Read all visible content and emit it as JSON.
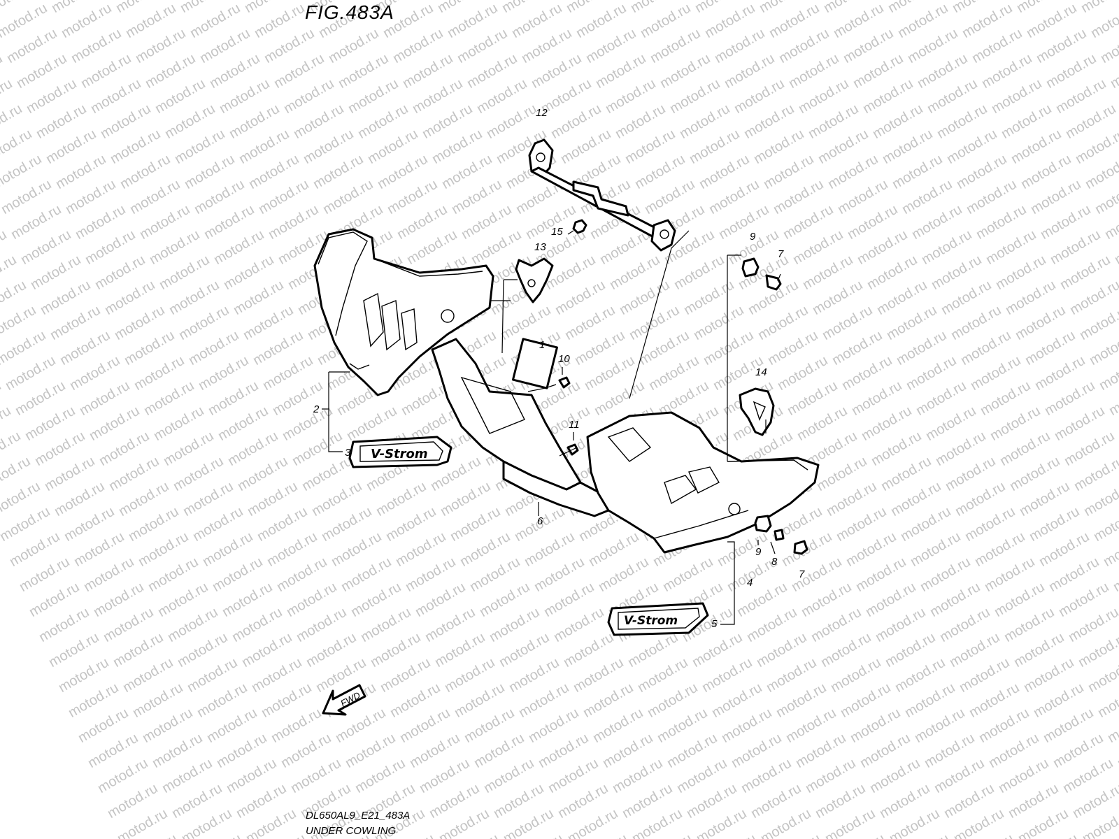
{
  "figure": {
    "title": "FIG.483A",
    "drawing_id": "DL650AL9_E21_483A",
    "drawing_name": "UNDER COWLING"
  },
  "watermark": "motod.ru",
  "emblem_text": "V-Strom",
  "fwd_label": "FWD",
  "callouts": {
    "c1": "1",
    "c2": "2",
    "c3": "3",
    "c4": "4",
    "c5": "5",
    "c6": "6",
    "c7a": "7",
    "c7b": "7",
    "c8": "8",
    "c9a": "9",
    "c9b": "9",
    "c10": "10",
    "c11": "11",
    "c12": "12",
    "c13": "13",
    "c14": "14",
    "c15": "15"
  }
}
